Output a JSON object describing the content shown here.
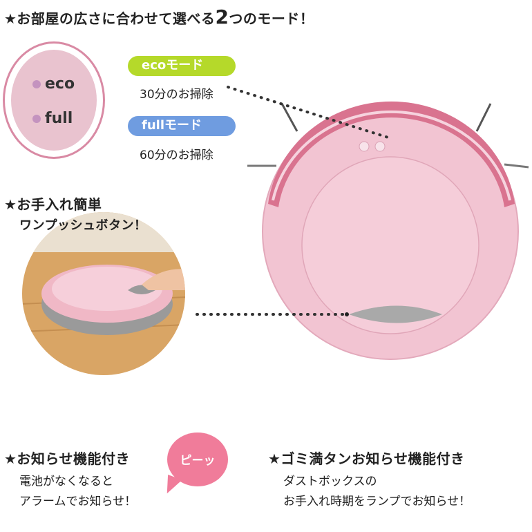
{
  "header": {
    "title_prefix": "★お部屋の広さに合わせて選べる",
    "title_num": "2",
    "title_suffix": "つのモード！"
  },
  "mode_badge": {
    "items": [
      "eco",
      "full"
    ]
  },
  "modes": [
    {
      "label": "ecoモード",
      "desc": "30分のお掃除",
      "color": "#b5d92a"
    },
    {
      "label": "fullモード",
      "desc": "60分のお掃除",
      "color": "#6f9ce0"
    }
  ],
  "care": {
    "title": "★お手入れ簡単",
    "subtitle": "ワンプッシュボタン！"
  },
  "notify": {
    "title": "★お知らせ機能付き",
    "bubble": "ピーッ",
    "lines": [
      "電池がなくなると",
      "アラームでお知らせ！"
    ]
  },
  "dust": {
    "title": "★ゴミ満タンお知らせ機能付き",
    "lines": [
      "ダストボックスの",
      "お手入れ時期をランプでお知らせ！"
    ]
  },
  "colors": {
    "robot_pink": "#f2c4d2",
    "accent_pink": "#f07c9a",
    "badge_pink": "#e9c3cf"
  }
}
